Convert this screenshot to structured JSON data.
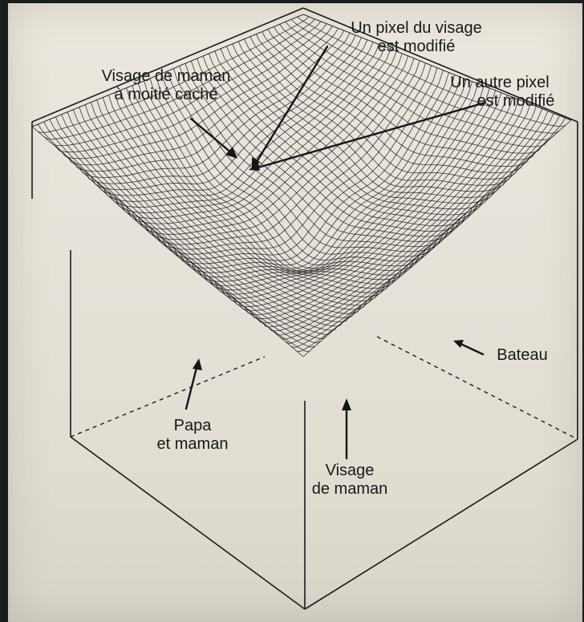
{
  "labels": {
    "visage_cache": [
      "Visage de maman",
      "à moitié caché"
    ],
    "pixel_modifie": [
      "Un pixel du visage",
      "est modifié"
    ],
    "autre_pixel": [
      "Un autre pixel",
      "est modifié"
    ],
    "bateau": "Bateau",
    "papa_maman": [
      "Papa",
      "et maman"
    ],
    "visage_maman": [
      "Visage",
      "de maman"
    ]
  },
  "colors": {
    "ink": "#181818",
    "paper": "#e6e2d9"
  }
}
